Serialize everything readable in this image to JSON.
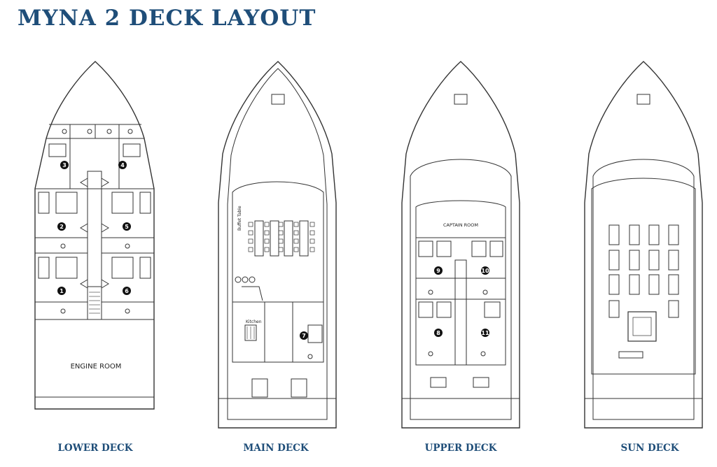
{
  "title": "MYNA 2 DECK LAYOUT",
  "decks": [
    {
      "label": "LOWER DECK",
      "rooms": [
        "ENGINE ROOM"
      ],
      "cabins": [
        "1",
        "2",
        "3",
        "4",
        "5",
        "6"
      ]
    },
    {
      "label": "MAIN DECK",
      "rooms": [
        "Buffet Table",
        "Kitchen"
      ],
      "cabins": [
        "7"
      ]
    },
    {
      "label": "UPPER DECK",
      "rooms": [
        "CAPTAIN ROOM"
      ],
      "cabins": [
        "8",
        "9",
        "10",
        "11"
      ]
    },
    {
      "label": "SUN DECK",
      "rooms": [],
      "cabins": []
    }
  ],
  "colors": {
    "title": "#1f4e79",
    "line": "#333333",
    "badge": "#111111"
  }
}
